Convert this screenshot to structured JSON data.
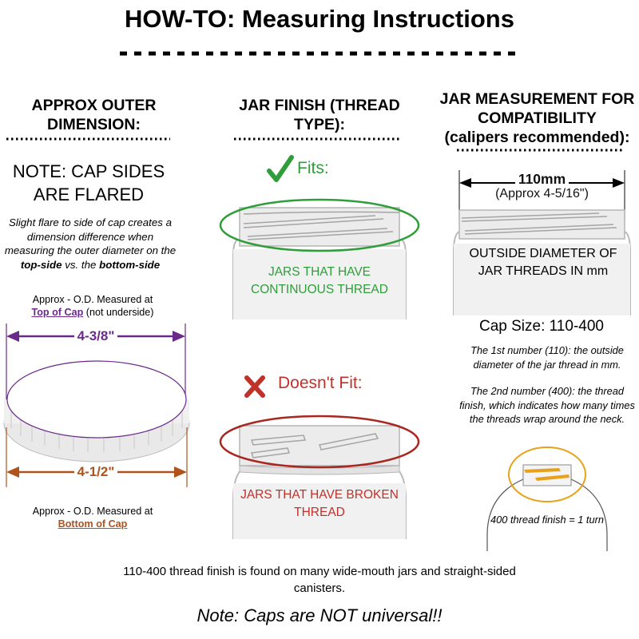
{
  "title": "HOW-TO: Measuring Instructions",
  "left": {
    "heading": "APPROX OUTER DIMENSION:",
    "note": "NOTE: CAP SIDES ARE FLARED",
    "desc_part1": "Slight flare to side of cap creates a dimension difference when measuring the outer diameter on the ",
    "desc_top": "top-side",
    "desc_part2": " vs. the ",
    "desc_bottom": "bottom-side",
    "top_caption": "Approx - O.D. Measured at",
    "top_link": "Top of Cap",
    "top_suffix": " (not underside)",
    "top_value": "4-3/8\"",
    "bottom_value": "4-1/2\"",
    "bottom_caption": "Approx - O.D. Measured at",
    "bottom_link": "Bottom of Cap",
    "colors": {
      "purple": "#6b2a8a",
      "orange": "#b0521c",
      "cap": "#ffffff"
    }
  },
  "middle": {
    "heading": "JAR FINISH (THREAD TYPE):",
    "fits_icon": "checkmark-icon",
    "fits_label": "Fits:",
    "fits_jar_text": "JARS THAT HAVE CONTINUOUS THREAD",
    "nofit_icon": "x-mark-icon",
    "nofit_label": "Doesn't Fit:",
    "nofit_jar_text": "JARS THAT HAVE BROKEN THREAD",
    "colors": {
      "green": "#2f9e3a",
      "red": "#c0312a"
    }
  },
  "right": {
    "heading": "JAR MEASUREMENT FOR COMPATIBILITY",
    "subheading": "(calipers recommended):",
    "measure_value": "110mm",
    "measure_approx": "(Approx 4-5/16\")",
    "jar_text": "OUTSIDE DIAMETER OF JAR THREADS IN mm",
    "cap_size": "Cap Size: 110-400",
    "first_number": "The 1st number (110): the outside diameter of the jar thread in mm.",
    "second_number": "The 2nd number (400): the thread finish, which indicates how many times the threads wrap around the neck.",
    "turn_text": "400 thread finish = 1 turn",
    "colors": {
      "gold": "#e8a21a"
    }
  },
  "footer": {
    "line1": "110-400 thread finish is found on many wide-mouth jars and straight-sided canisters.",
    "note": "Note: Caps are NOT universal!!"
  }
}
